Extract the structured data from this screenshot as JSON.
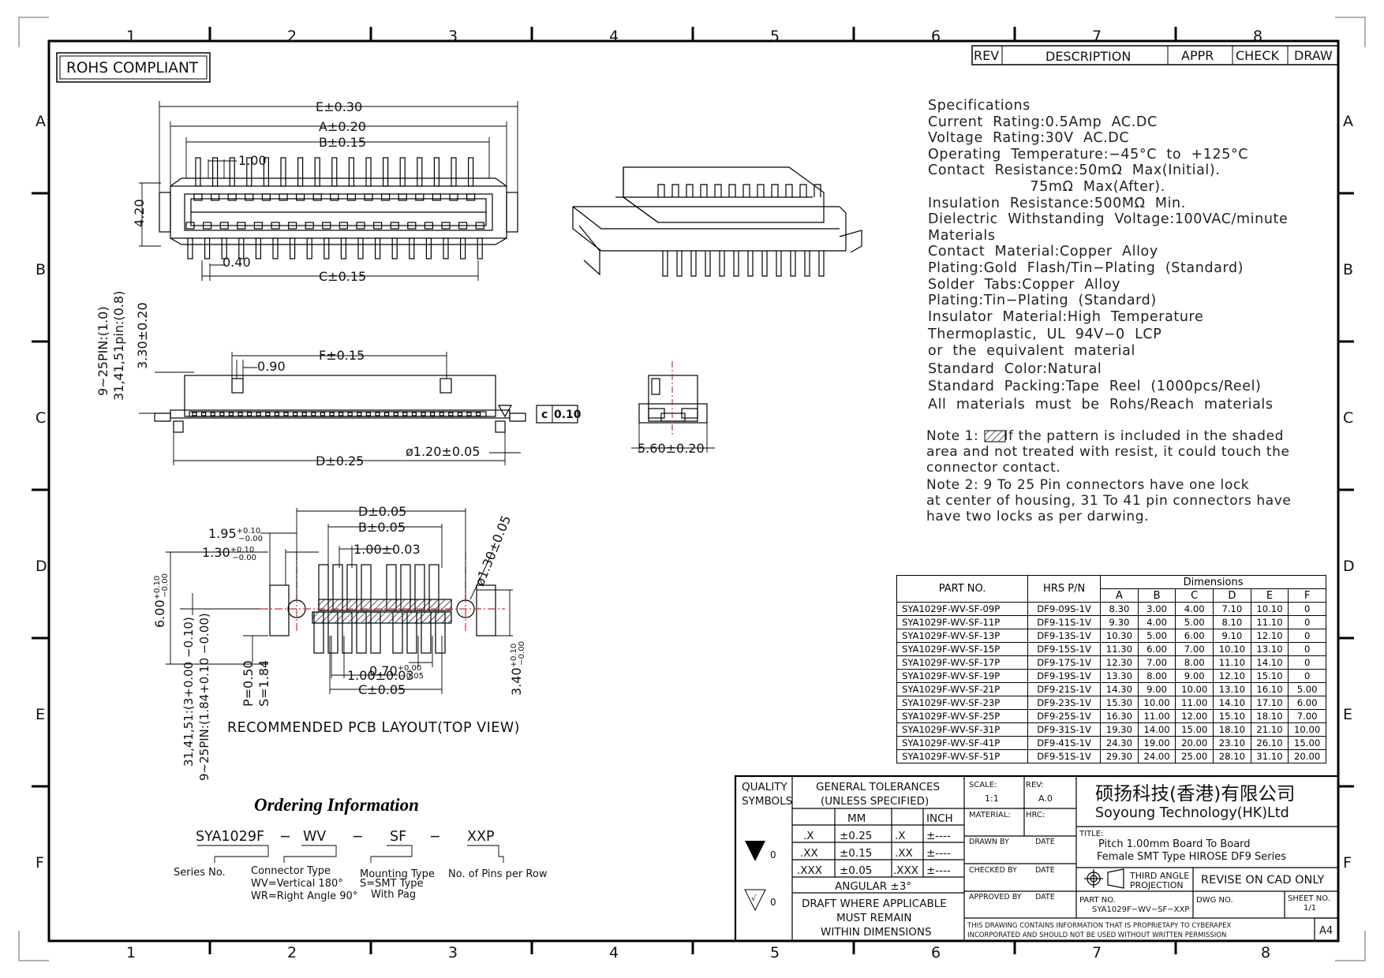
{
  "zones": {
    "columns": [
      "1",
      "2",
      "3",
      "4",
      "5",
      "6",
      "7",
      "8"
    ],
    "rows": [
      "A",
      "B",
      "C",
      "D",
      "E",
      "F"
    ]
  },
  "rohs_label": "ROHS COMPLIANT",
  "revision_block": {
    "rev": "REV",
    "description": "DESCRIPTION",
    "appr": "APPR",
    "check": "CHECK",
    "draw": "DRAW"
  },
  "top_view_dims": {
    "e": "E±0.30",
    "a": "A±0.20",
    "b": "B±0.15",
    "pitch": "1.00",
    "height": "4.20",
    "pad": "0.40",
    "c": "C±0.15"
  },
  "side_view_dims": {
    "f": "F±0.15",
    "lock": "0.90",
    "d": "D±0.25",
    "hole": "ø1.20±0.05",
    "pins_9_25": "9~25PIN:(1.0)",
    "pins_31_51": "31,41,51pin:(0.8)",
    "height": "3.30±0.20",
    "flatness_c": "c",
    "flatness_v": "0.10"
  },
  "end_view_dims": {
    "width": "5.60±0.20"
  },
  "pcb_layout": {
    "d": "D±0.05",
    "b": "B±0.05",
    "pitch": "1.00±0.03",
    "c": "C±0.05",
    "pitch2": "1.00±0.03",
    "d195_base": "1.95",
    "d195_sup": "+0.10",
    "d195_sub": "−0.00",
    "d130_base": "1.30",
    "d130_sup": "+0.10",
    "d130_sub": "−0.00",
    "d600_base": "6.00",
    "d600_sup": "+0.10",
    "d600_sub": "−0.00",
    "d340_base": "3.40",
    "d340_sup": "+0.10",
    "d340_sub": "−0.00",
    "d070_base": "0.70",
    "d070_sup": "+0.00",
    "d070_sub": "−0.05",
    "hole": "ø1.30±0.05",
    "p": "P=0.50",
    "s": "S=1.84",
    "left_a": "31,41,51:(3+0.00 −0.10)",
    "left_b": "9~25PIN:(1.84+0.10 −0.00)",
    "caption": "RECOMMENDED PCB LAYOUT(TOP VIEW)"
  },
  "specifications": {
    "lines": [
      "Specifications",
      "Current  Rating:0.5Amp  AC.DC",
      "Voltage  Rating:30V  AC.DC",
      "Operating  Temperature:−45°C  to  +125°C",
      "Contact  Resistance:50mΩ  Max(Initial).",
      "                     75mΩ  Max(After).",
      "Insulation  Resistance:500MΩ  Min.",
      "Dielectric  Withstanding  Voltage:100VAC/minute",
      "Materials",
      "Contact  Material:Copper  Alloy",
      "Plating:Gold  Flash/Tin−Plating  (Standard)",
      "Solder  Tabs:Copper  Alloy",
      "Plating:Tin−Plating  (Standard)",
      "Insulator  Material:High  Temperature",
      "Thermoplastic,  UL  94V−0  LCP",
      "or  the  equivalent  material",
      "Standard  Color:Natural",
      "Standard  Packing:Tape  Reel  (1000pcs/Reel)",
      "All  materials  must  be  Rohs/Reach  materials"
    ]
  },
  "notes": {
    "note1_label": "Note  1:",
    "note1_lines": [
      "If  the  pattern  is  included  in  the  shaded",
      "area  and  not  treated  with  resist,  it  could  touch  the",
      "connector  contact."
    ],
    "note2_lines": [
      "Note  2:  9  To  25  Pin  connectors  have  one  lock",
      "at  center  of  housing,  31  To  41  pin  connectors  have",
      "have  two  locks  as  per  darwing."
    ]
  },
  "parts_table": {
    "col_part": "PART NO.",
    "col_hrs": "HRS P/N",
    "col_dims": "Dimensions",
    "dim_cols": [
      "A",
      "B",
      "C",
      "D",
      "E",
      "F"
    ],
    "rows": [
      [
        "SYA1029F-WV-SF-09P",
        "DF9-09S-1V",
        "8.30",
        "3.00",
        "4.00",
        "7.10",
        "10.10",
        "0"
      ],
      [
        "SYA1029F-WV-SF-11P",
        "DF9-11S-1V",
        "9.30",
        "4.00",
        "5.00",
        "8.10",
        "11.10",
        "0"
      ],
      [
        "SYA1029F-WV-SF-13P",
        "DF9-13S-1V",
        "10.30",
        "5.00",
        "6.00",
        "9.10",
        "12.10",
        "0"
      ],
      [
        "SYA1029F-WV-SF-15P",
        "DF9-15S-1V",
        "11.30",
        "6.00",
        "7.00",
        "10.10",
        "13.10",
        "0"
      ],
      [
        "SYA1029F-WV-SF-17P",
        "DF9-17S-1V",
        "12.30",
        "7.00",
        "8.00",
        "11.10",
        "14.10",
        "0"
      ],
      [
        "SYA1029F-WV-SF-19P",
        "DF9-19S-1V",
        "13.30",
        "8.00",
        "9.00",
        "12.10",
        "15.10",
        "0"
      ],
      [
        "SYA1029F-WV-SF-21P",
        "DF9-21S-1V",
        "14.30",
        "9.00",
        "10.00",
        "13.10",
        "16.10",
        "5.00"
      ],
      [
        "SYA1029F-WV-SF-23P",
        "DF9-23S-1V",
        "15.30",
        "10.00",
        "11.00",
        "14.10",
        "17.10",
        "6.00"
      ],
      [
        "SYA1029F-WV-SF-25P",
        "DF9-25S-1V",
        "16.30",
        "11.00",
        "12.00",
        "15.10",
        "18.10",
        "7.00"
      ],
      [
        "SYA1029F-WV-SF-31P",
        "DF9-31S-1V",
        "19.30",
        "14.00",
        "15.00",
        "18.10",
        "21.10",
        "10.00"
      ],
      [
        "SYA1029F-WV-SF-41P",
        "DF9-41S-1V",
        "24.30",
        "19.00",
        "20.00",
        "23.10",
        "26.10",
        "15.00"
      ],
      [
        "SYA1029F-WV-SF-51P",
        "DF9-51S-1V",
        "29.30",
        "24.00",
        "25.00",
        "28.10",
        "31.10",
        "20.00"
      ]
    ]
  },
  "ordering": {
    "title": "Ordering Information",
    "code_parts": [
      "SYA1029F",
      "−",
      "WV",
      "−",
      "SF",
      "−",
      "XXP"
    ],
    "series": "Series No.",
    "connector": [
      "Connector  Type",
      "WV=Vertical  180°",
      "WR=Right  Angle  90°"
    ],
    "mounting": [
      "Mounting  Type",
      "S=SMT  Type",
      "With  Pag"
    ],
    "pins": "No.  of  Pins  per  Row"
  },
  "title_block": {
    "quality": "QUALITY",
    "symbols": "SYMBOLS",
    "tol_title": "GENERAL  TOLERANCES",
    "tol_sub": "(UNLESS  SPECIFIED)",
    "mm": "MM",
    "inch": "INCH",
    "tol_rows": [
      [
        ".X",
        "±0.25",
        ".X",
        "±----"
      ],
      [
        ".XX",
        "±0.15",
        ".XX",
        "±----"
      ],
      [
        ".XXX",
        "±0.05",
        ".XXX",
        "±----"
      ]
    ],
    "angular": "ANGULAR  ±3°",
    "draft": [
      "DRAFT  WHERE  APPLICABLE",
      "MUST  REMAIN",
      "WITHIN  DIMENSIONS"
    ],
    "sym_v": "0",
    "scale_label": "SCALE:",
    "scale_value": "1:1",
    "rev_label": "REV:",
    "rev_value": "A.0",
    "material_label": "MATERIAL:",
    "hrc_label": "HRC:",
    "drawn_by": "DRAWN  BY",
    "checked_by": "CHECKED  BY",
    "approved_by": "APPROVED  BY",
    "date": "DATE",
    "company_cn": "硕扬科技(香港)有限公司",
    "company_en": "Soyoung  Technology(HK)Ltd",
    "title_label": "TITLE:",
    "title_line1": "Pitch  1.00mm  Board  To  Board",
    "title_line2": "Female  SMT  Type  HIROSE  DF9  Series",
    "projection": [
      "THIRD  ANGLE",
      "PROJECTION"
    ],
    "revise": "REVISE  ON  CAD  ONLY",
    "part_no_label": "PART  NO.",
    "part_no_value": "SYA1029F−WV−SF−XXP",
    "dwg_no": "DWG  NO.",
    "sheet_no": "SHEET  NO.",
    "sheet_value": "1/1",
    "proprietary": [
      "THIS  DRAWING  CONTAINS  INFORMATION  THAT  IS  PROPRIETAPY  TO  CYBERAPEX",
      "INCORPORATED  AND  SHOULD  NOT  BE  USED  WITHOUT  WRITTEN  PERMISSION"
    ],
    "size": "A4"
  }
}
